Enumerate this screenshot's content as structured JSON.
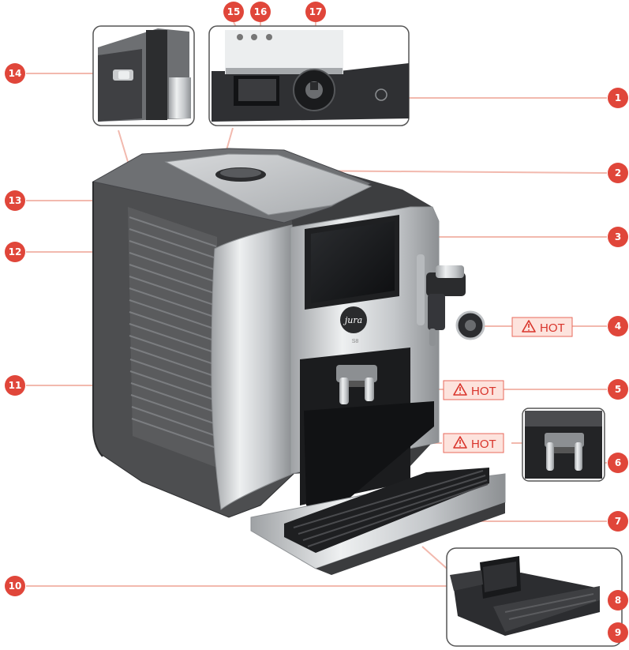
{
  "callouts": [
    "1",
    "2",
    "3",
    "4",
    "5",
    "6",
    "7",
    "8",
    "9",
    "10",
    "11",
    "12",
    "13",
    "14",
    "15",
    "16",
    "17"
  ],
  "hot_label": "HOT",
  "brand": "jura",
  "model": "S8",
  "colors": {
    "badge": "#e0463a",
    "leader": "#f2b9ae",
    "hot_fill": "#fde3dd",
    "hot_border": "#e8695b",
    "hot_text": "#d9342b",
    "body_dark": "#5a5b5d",
    "chrome": "#c9cbcd"
  }
}
